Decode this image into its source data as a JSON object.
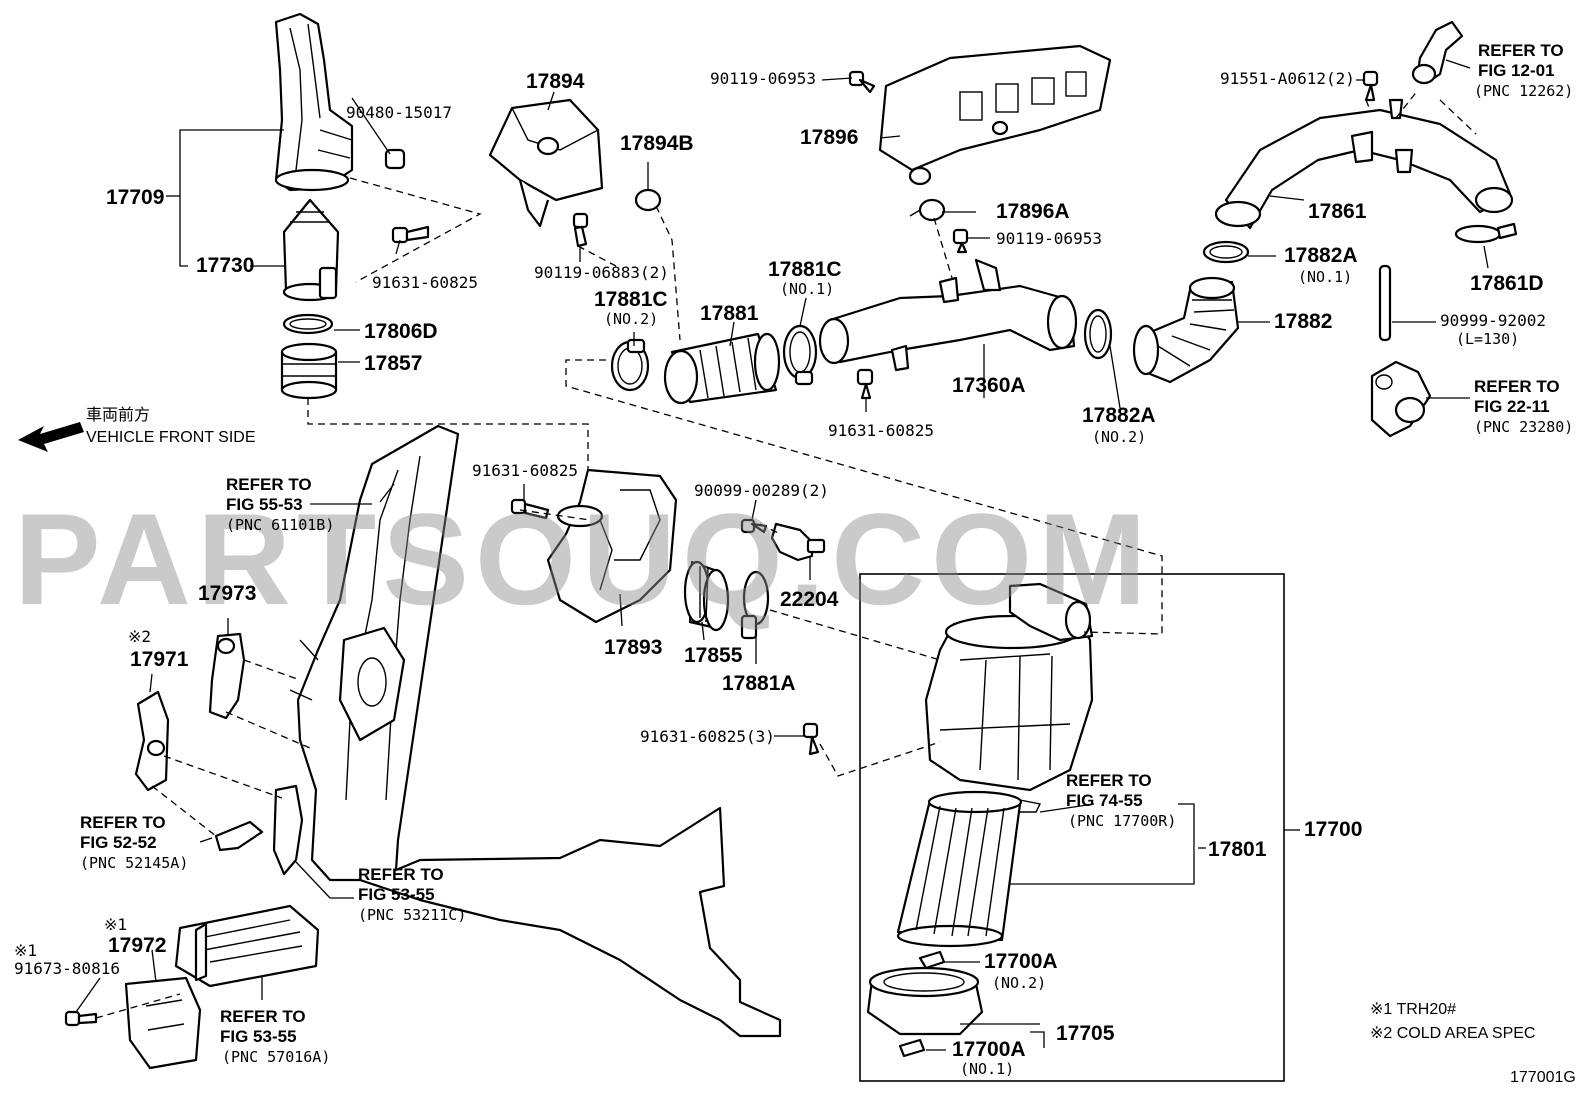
{
  "watermark": "PARTSOUQ.COM",
  "figure_code": "177001G",
  "direction": {
    "jp": "車両前方",
    "en": "VEHICLE FRONT SIDE"
  },
  "footnotes": [
    "※1 TRH20#",
    "※2 COLD AREA SPEC"
  ],
  "part_numbers": {
    "p17709": "17709",
    "p17730": "17730",
    "p90480": "90480-15017",
    "p91631a": "91631-60825",
    "p17806D": "17806D",
    "p17857": "17857",
    "p17894": "17894",
    "p17894B": "17894B",
    "p90119b": "90119-06883(2)",
    "p17881C2": "17881C",
    "p17881C2_sub": "(NO.2)",
    "p17881": "17881",
    "p17881C1": "17881C",
    "p17881C1_sub": "(NO.1)",
    "p90119a": "90119-06953",
    "p17896": "17896",
    "p17896A": "17896A",
    "p90119c": "90119-06953",
    "p17360A": "17360A",
    "p91631b": "91631-60825",
    "p17882A2": "17882A",
    "p17882A2_sub": "(NO.2)",
    "p91551": "91551-A0612(2)",
    "p17861": "17861",
    "p17882A1": "17882A",
    "p17882A1_sub": "(NO.1)",
    "p17882": "17882",
    "p17861D": "17861D",
    "p90999": "90999-92002",
    "p90999_sub": "(L=130)",
    "p91631c": "91631-60825",
    "p90099": "90099-00289(2)",
    "p17893": "17893",
    "p17855": "17855",
    "p22204": "22204",
    "p17881A": "17881A",
    "p17973": "17973",
    "p17971": "17971",
    "p17971_mark": "※2",
    "p91631d": "91631-60825(3)",
    "p17801": "17801",
    "p17700": "17700",
    "p17700A2": "17700A",
    "p17700A2_sub": "(NO.2)",
    "p17705": "17705",
    "p17700A1": "17700A",
    "p17700A1_sub": "(NO.1)",
    "p17972": "17972",
    "p17972_mark": "※1",
    "p91673": "91673-80816",
    "p91673_mark": "※1"
  },
  "refers": {
    "r1201": {
      "t": "REFER TO",
      "f": "FIG 12-01",
      "p": "(PNC 12262)"
    },
    "r2211": {
      "t": "REFER TO",
      "f": "FIG 22-11",
      "p": "(PNC 23280)"
    },
    "r5553": {
      "t": "REFER TO",
      "f": "FIG 55-53",
      "p": "(PNC 61101B)"
    },
    "r5252": {
      "t": "REFER TO",
      "f": "FIG 52-52",
      "p": "(PNC 52145A)"
    },
    "r5355a": {
      "t": "REFER TO",
      "f": "FIG 53-55",
      "p": "(PNC 53211C)"
    },
    "r5355b": {
      "t": "REFER TO",
      "f": "FIG 53-55",
      "p": "(PNC 57016A)"
    },
    "r7455": {
      "t": "REFER TO",
      "f": "FIG 74-55",
      "p": "(PNC 17700R)"
    }
  }
}
